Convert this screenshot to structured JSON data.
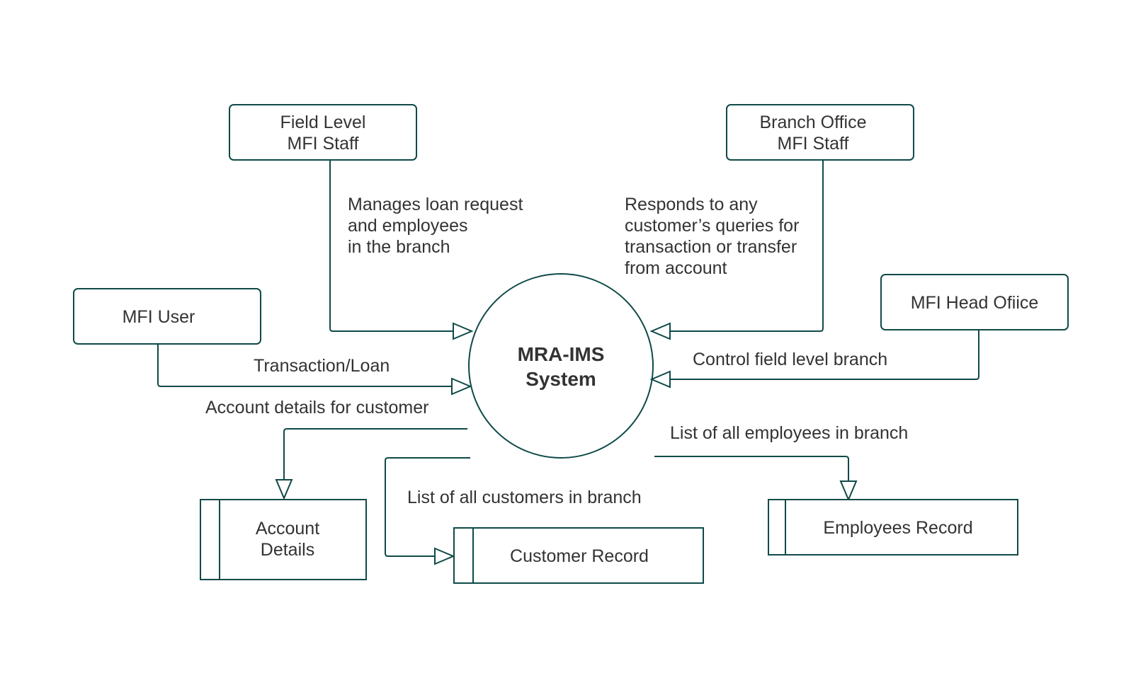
{
  "colors": {
    "stroke": "#0e4a47",
    "text": "#333333",
    "background": "#ffffff"
  },
  "process": {
    "line1": "MRA-IMS",
    "line2": "System"
  },
  "entities": {
    "field_staff": {
      "line1": "Field Level",
      "line2": "MFI Staff"
    },
    "branch_staff": {
      "line1": "Branch Office",
      "line2": "MFI Staff"
    },
    "mfi_user": {
      "label": "MFI User"
    },
    "head_office": {
      "label": "MFI Head Ofiice"
    }
  },
  "stores": {
    "account": {
      "line1": "Account",
      "line2": "Details"
    },
    "customer": {
      "label": "Customer Record"
    },
    "employees": {
      "label": "Employees Record"
    }
  },
  "flows": {
    "manages": [
      "Manages loan request",
      "and employees",
      "in the branch"
    ],
    "responds": [
      "Responds to any",
      "customer’s queries for",
      "transaction or transfer",
      "from account"
    ],
    "transaction": "Transaction/Loan",
    "control": "Control field level branch",
    "account_details": "Account details for customer",
    "employees_list": "List of all employees in branch",
    "customers_list": "List of all customers in branch"
  }
}
